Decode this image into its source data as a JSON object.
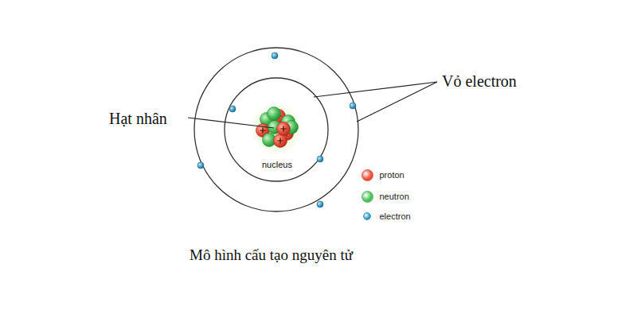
{
  "diagram": {
    "caption": "Mô hình cấu tạo nguyên tử",
    "labels": [
      "Hạt nhân",
      "Vỏ electron",
      "nucleus"
    ],
    "legend": [
      {
        "text": "proton",
        "color": "#e8503a"
      },
      {
        "text": "neutron",
        "color": "#4cbf5a"
      },
      {
        "text": "electron",
        "color": "#3a9cc8"
      }
    ]
  }
}
